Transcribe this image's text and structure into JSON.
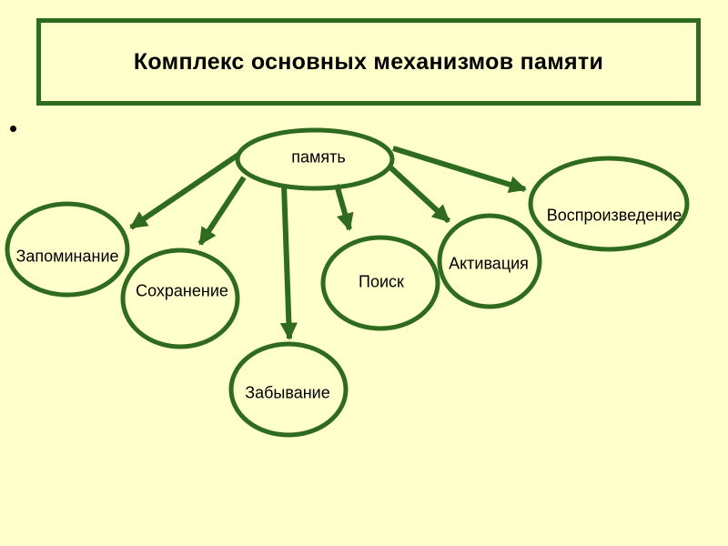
{
  "title": "Комплекс основных механизмов памяти",
  "bullet": "•",
  "colors": {
    "background": "#FFFFCC",
    "line": "#2E6B1E"
  },
  "nodes": {
    "center": "память",
    "memorization": "Запоминание",
    "preservation": "Сохранение",
    "forgetting": "Забывание",
    "search": "Поиск",
    "activation": "Активация",
    "reproduction": "Воспроизведение"
  }
}
